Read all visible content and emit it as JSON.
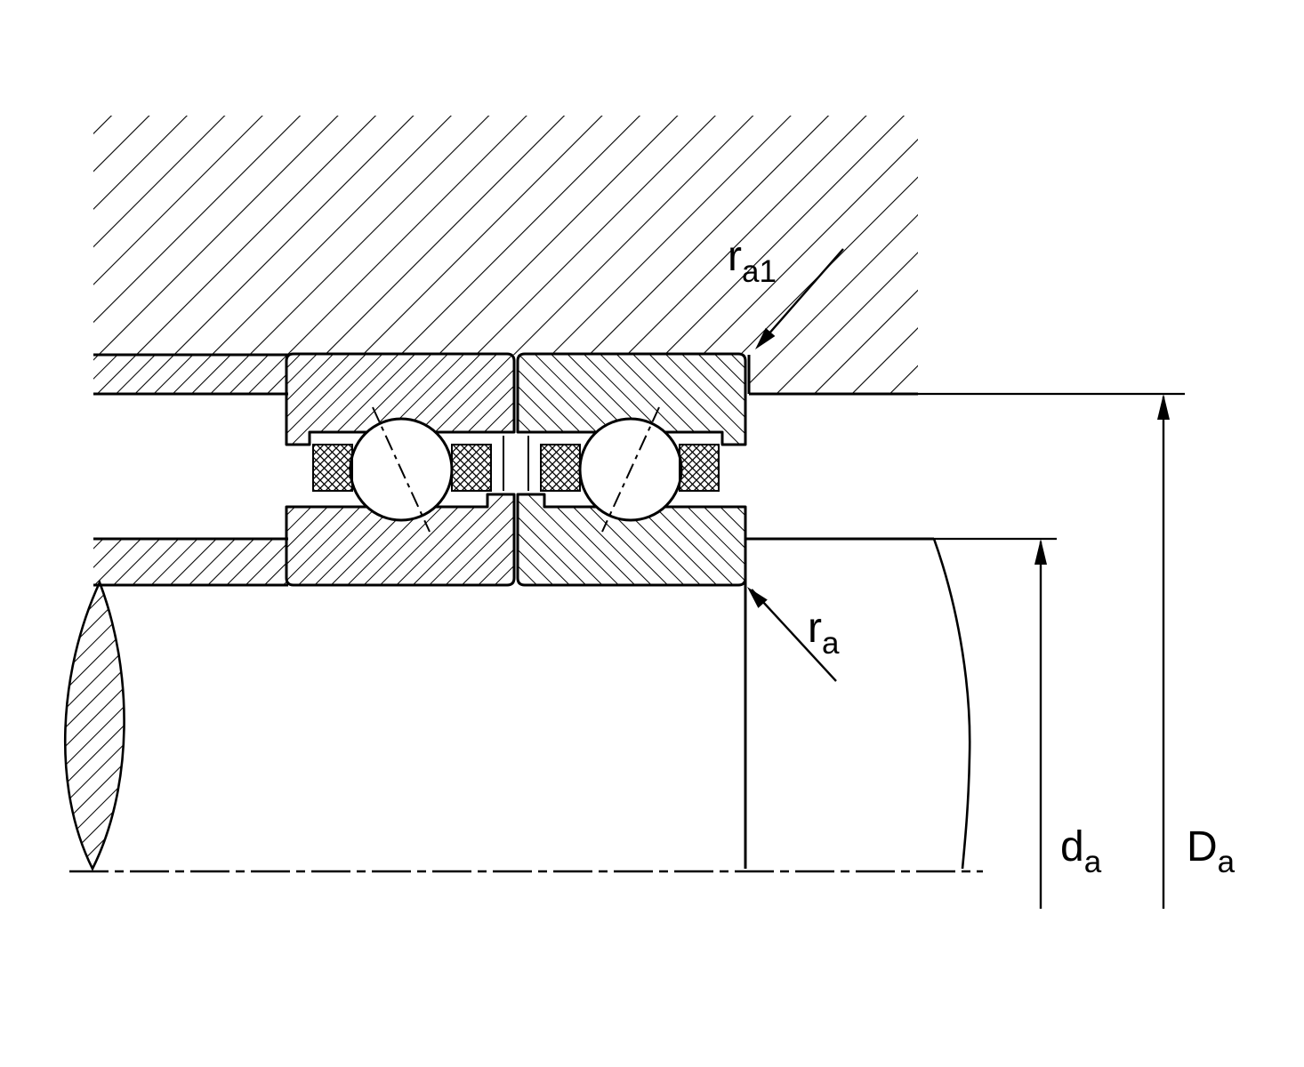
{
  "diagram": {
    "title": "bearing-mounting-dimensions-cross-section",
    "colors": {
      "line": "#000000",
      "background": "#ffffff"
    },
    "labels": {
      "ra1": {
        "base": "r",
        "sub": "a1"
      },
      "ra": {
        "base": "r",
        "sub": "a"
      },
      "da": {
        "base": "d",
        "sub": "a"
      },
      "Da": {
        "base": "D",
        "sub": "a"
      }
    }
  }
}
